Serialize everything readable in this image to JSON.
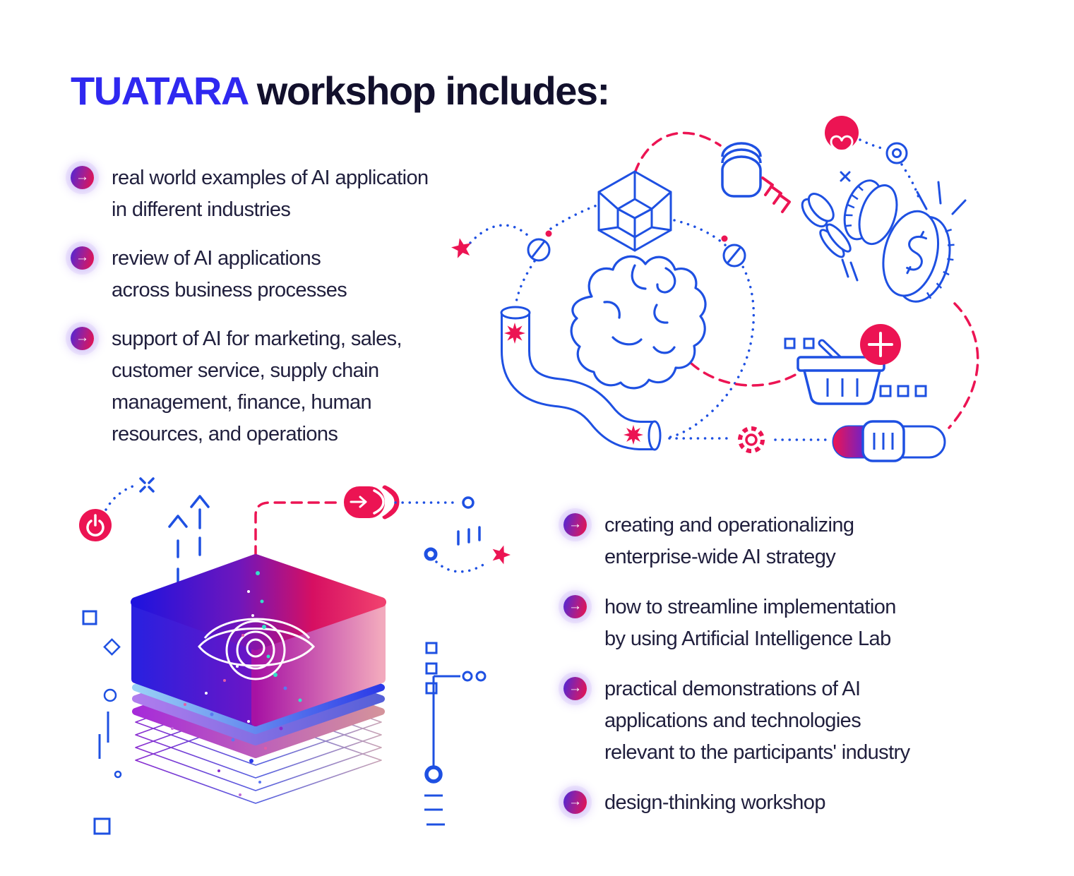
{
  "title": {
    "brand": "TUATARA",
    "rest": " workshop includes:"
  },
  "bullet": {
    "glyph": "→",
    "style": "gradient-circle-arrow"
  },
  "lists": {
    "left": {
      "items": [
        {
          "text": "real world examples of AI application\nin different industries"
        },
        {
          "text": "review of AI applications\nacross business processes"
        },
        {
          "text": "support of AI for marketing, sales,\ncustomer service, supply chain\nmanagement, finance, human\nresources, and operations"
        }
      ]
    },
    "right": {
      "items": [
        {
          "text": "creating and operationalizing\nenterprise-wide AI strategy"
        },
        {
          "text": "how to streamline implementation\nby using Artificial Intelligence Lab"
        },
        {
          "text": "practical demonstrations of AI\napplications and technologies\nrelevant to the participants' industry"
        },
        {
          "text": "design-thinking workshop"
        }
      ]
    }
  },
  "colors": {
    "background": "#ffffff",
    "brand_blue": "#2f28f0",
    "heading_navy": "#12102c",
    "body_text": "#201f3d",
    "line_blue": "#1e50e2",
    "accent_crimson": "#ec1453",
    "bullet_gradient_start": "#4b28d9",
    "bullet_gradient_end": "#ed1248"
  },
  "illustrations": {
    "top_right": [
      "star-icon",
      "brain-icon",
      "cube-wireframe-icon",
      "database-stack-icon",
      "heart-badge-icon",
      "target-icon",
      "coins-icon",
      "chevron-arrows-icon",
      "pipe-icon",
      "starburst-icon",
      "gear-icon",
      "shopping-basket-icon",
      "plus-badge-icon",
      "progress-slider-icon"
    ],
    "bottom_left": [
      "power-badge-icon",
      "x-mark-icon",
      "up-arrows-icon",
      "send-pill-icon",
      "eye-icon",
      "layered-cube-icon",
      "circuit-icon",
      "star-icon"
    ]
  }
}
